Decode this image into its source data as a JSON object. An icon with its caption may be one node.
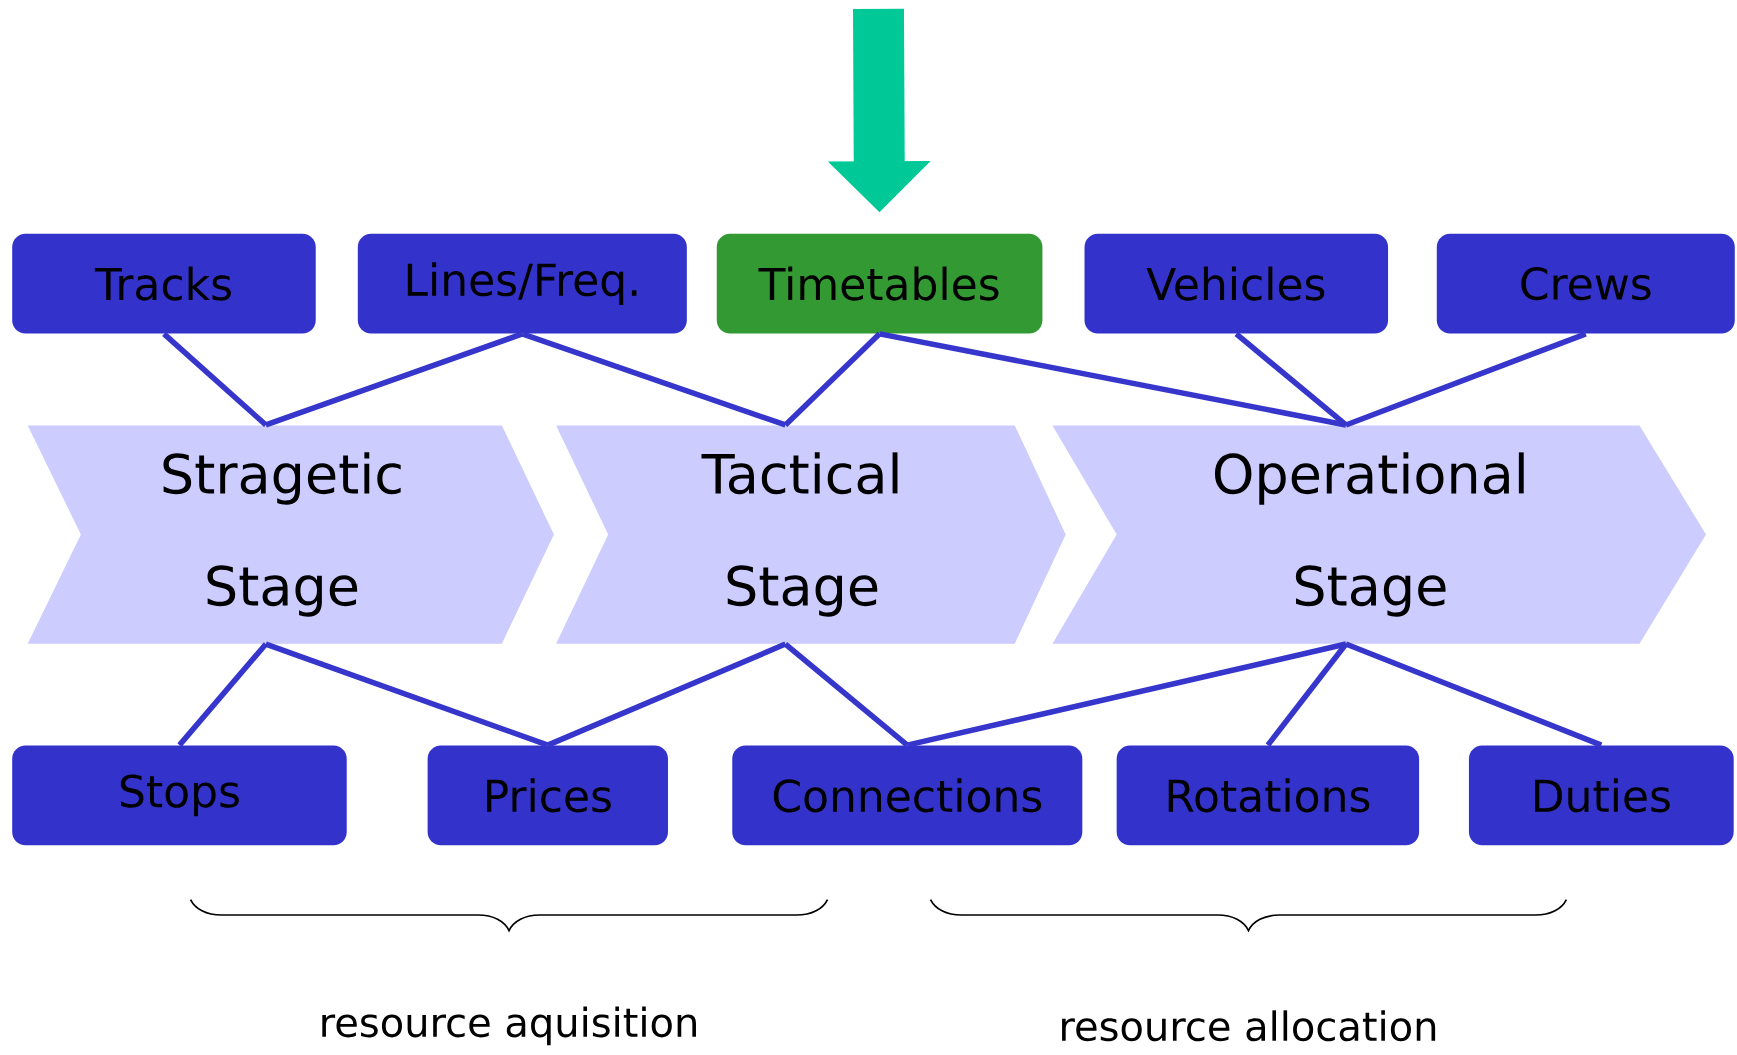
{
  "diagram": {
    "nodes": [
      {
        "text": [
          "Tracks"
        ]
      },
      {
        "text": [
          "Lines/Freq."
        ]
      },
      {
        "text": [
          "Timetables"
        ]
      },
      {
        "text": [
          "Vehicles"
        ]
      },
      {
        "text": [
          "Crews"
        ]
      },
      {
        "text": [
          "Stragetic Stage"
        ]
      },
      {
        "text": [
          "Tactical Stage"
        ]
      },
      {
        "text": [
          "Operational Stage"
        ]
      },
      {
        "text": [
          "Stops"
        ]
      },
      {
        "text": [
          "Prices"
        ]
      },
      {
        "text": [
          "Connections"
        ]
      },
      {
        "text": [
          "Rotations"
        ]
      },
      {
        "text": [
          "Duties"
        ]
      }
    ],
    "edges": [
      {
        "from": null,
        "to": 2,
        "arrow": "to",
        "style": "thick",
        "color": "#00c896"
      },
      {
        "from": 0,
        "to": 5,
        "arrow": "none"
      },
      {
        "from": 1,
        "to": 5,
        "arrow": "none"
      },
      {
        "from": 1,
        "to": 6,
        "arrow": "none"
      },
      {
        "from": 2,
        "to": 6,
        "arrow": "none"
      },
      {
        "from": 2,
        "to": 7,
        "arrow": "none"
      },
      {
        "from": 3,
        "to": 7,
        "arrow": "none"
      },
      {
        "from": 4,
        "to": 7,
        "arrow": "none"
      },
      {
        "from": 5,
        "to": 8,
        "arrow": "none"
      },
      {
        "from": 5,
        "to": 9,
        "arrow": "none"
      },
      {
        "from": 6,
        "to": 9,
        "arrow": "none"
      },
      {
        "from": 6,
        "to": 10,
        "arrow": "none"
      },
      {
        "from": 7,
        "to": 10,
        "arrow": "none"
      },
      {
        "from": 7,
        "to": 11,
        "arrow": "none"
      },
      {
        "from": 7,
        "to": 12,
        "arrow": "none"
      }
    ],
    "labels": [
      "resource aquisition",
      "resource allocation"
    ]
  }
}
